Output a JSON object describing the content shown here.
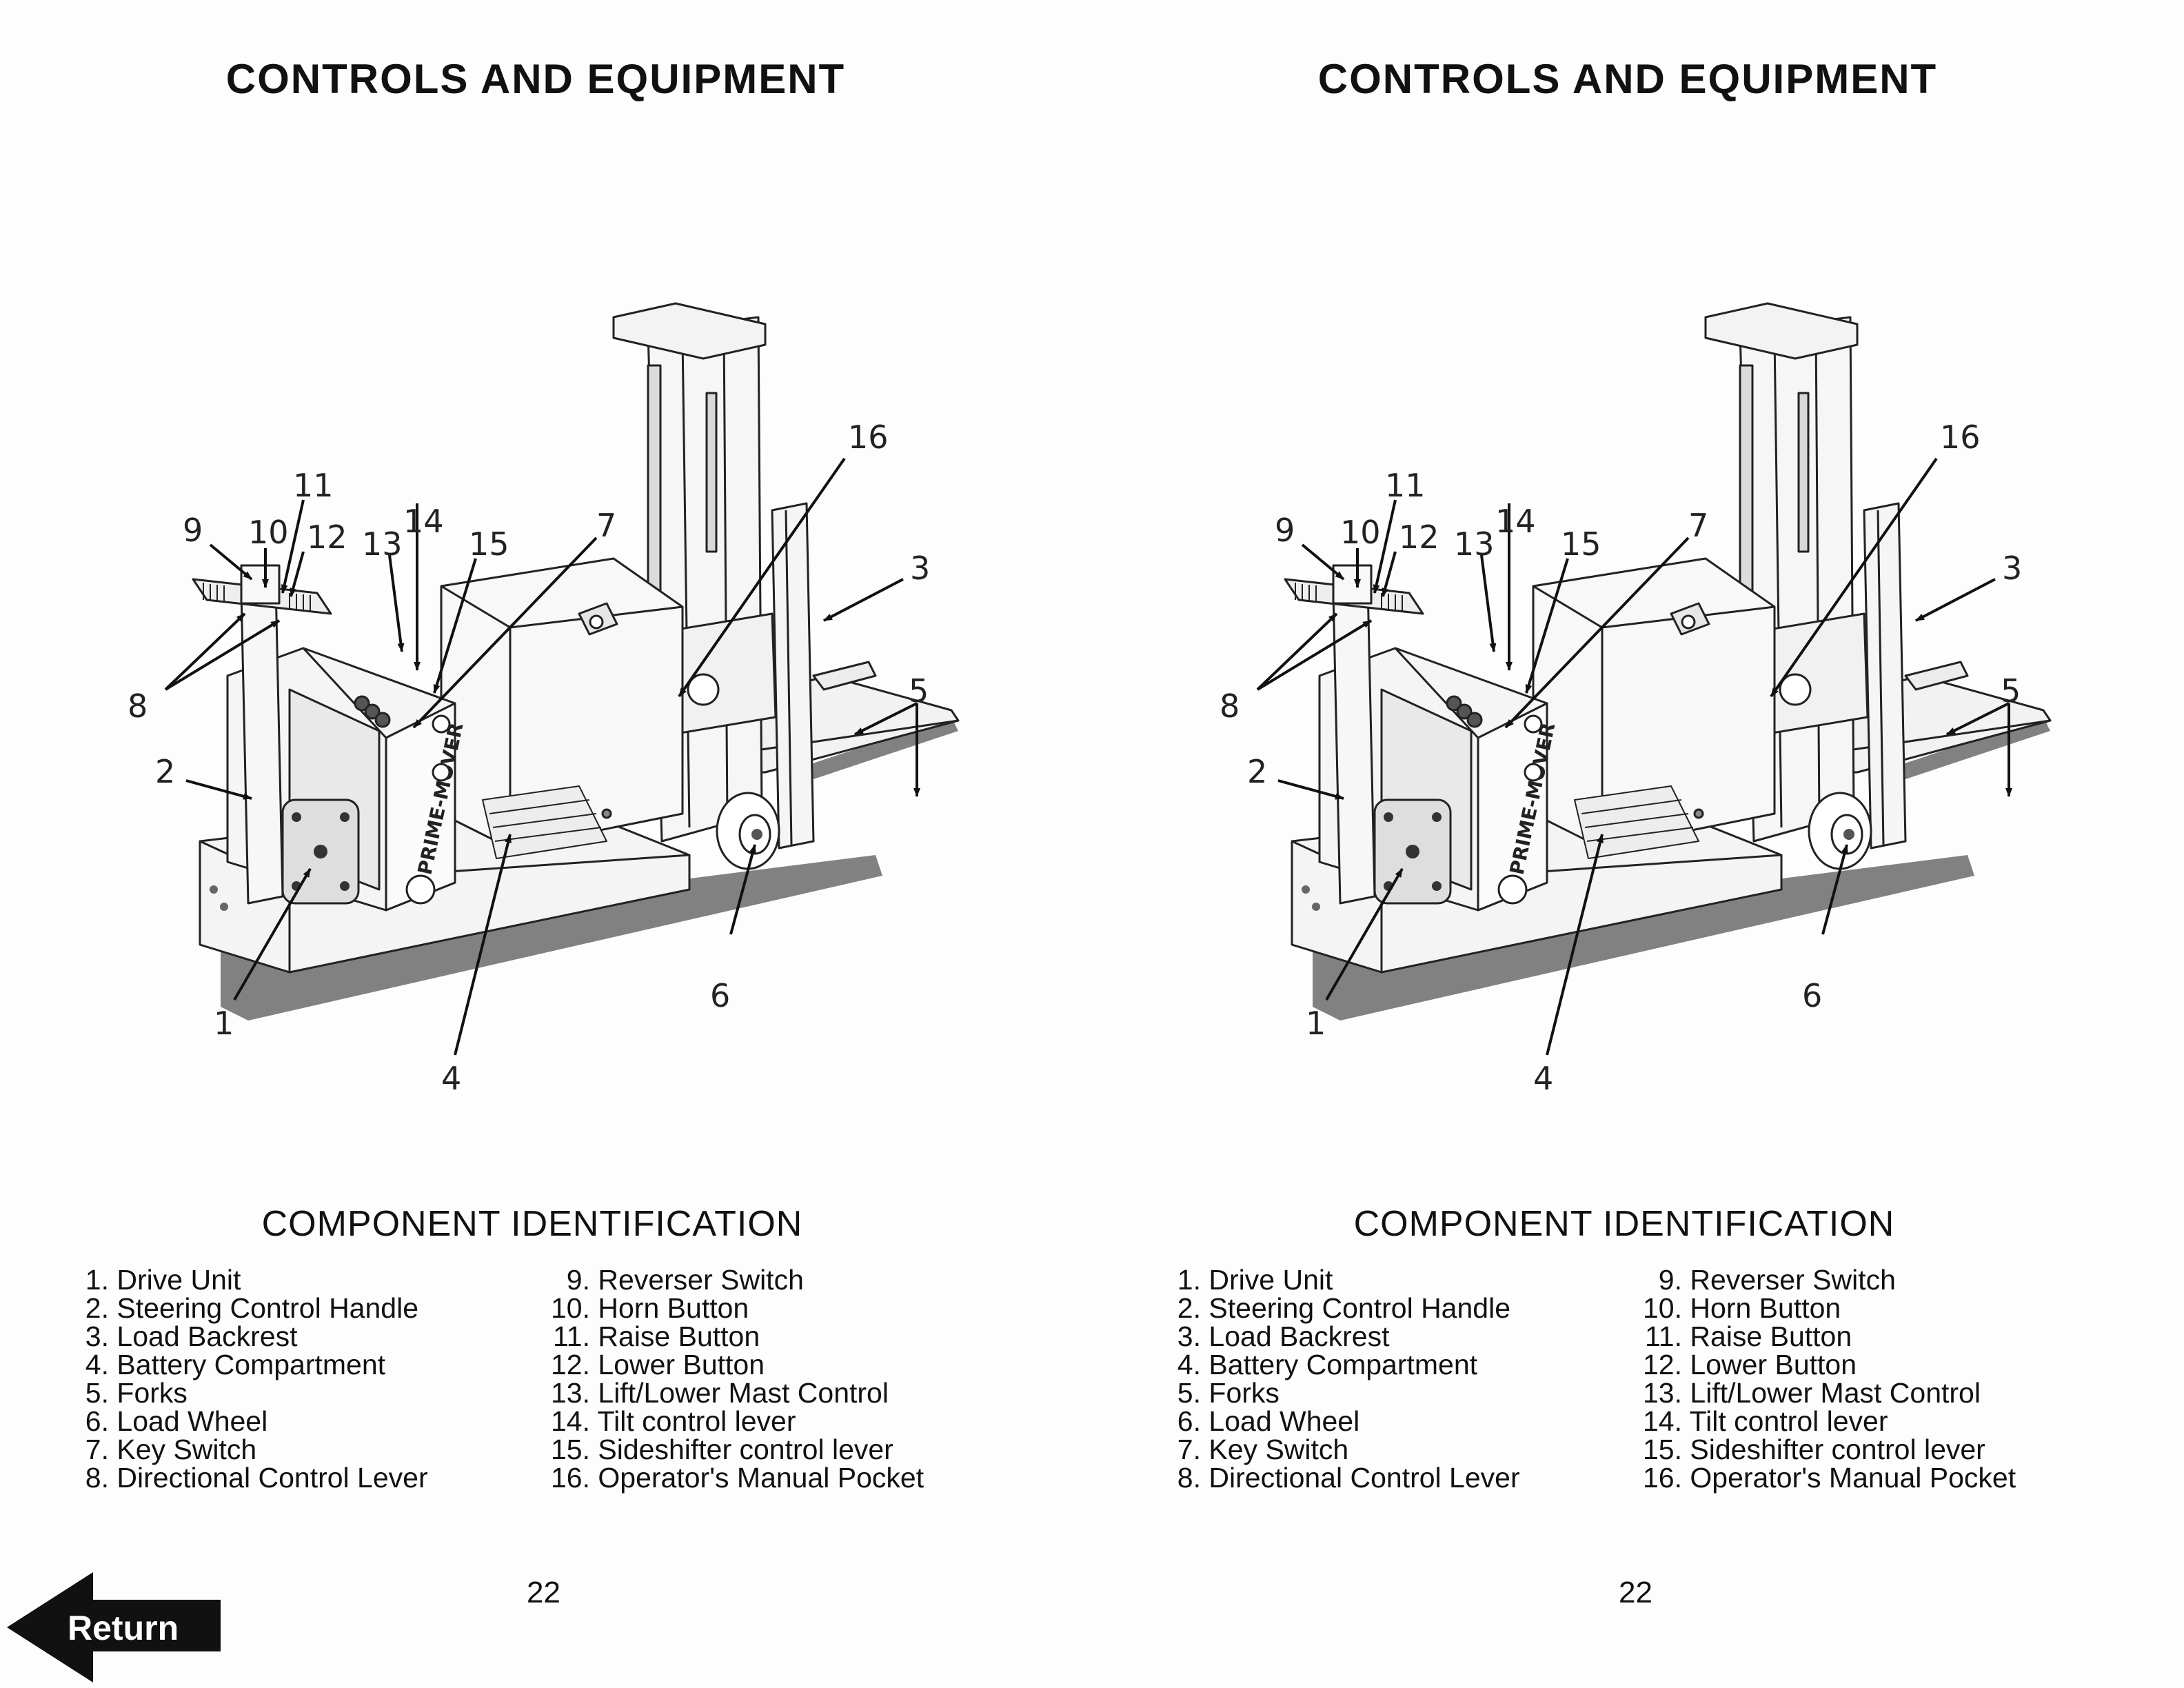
{
  "pages": [
    {
      "title": "CONTROLS AND EQUIPMENT",
      "subtitle": "COMPONENT IDENTIFICATION",
      "figure": {
        "brand_text": "PRIME-MOVER",
        "callouts": {
          "c1": "1",
          "c2": "2",
          "c3": "3",
          "c4": "4",
          "c5": "5",
          "c6": "6",
          "c7": "7",
          "c8": "8",
          "c9": "9",
          "c10": "10",
          "c11": "11",
          "c12": "12",
          "c13": "13",
          "c14": "14",
          "c15": "15",
          "c16": "16"
        }
      },
      "components_col1": [
        {
          "num": "1.",
          "label": "Drive Unit"
        },
        {
          "num": "2.",
          "label": "Steering Control Handle"
        },
        {
          "num": "3.",
          "label": "Load Backrest"
        },
        {
          "num": "4.",
          "label": "Battery Compartment"
        },
        {
          "num": "5.",
          "label": "Forks"
        },
        {
          "num": "6.",
          "label": "Load Wheel"
        },
        {
          "num": "7.",
          "label": "Key Switch"
        },
        {
          "num": "8.",
          "label": "Directional Control Lever"
        }
      ],
      "components_col2": [
        {
          "num": "9.",
          "label": "Reverser Switch"
        },
        {
          "num": "10.",
          "label": "Horn Button"
        },
        {
          "num": "11.",
          "label": "Raise Button"
        },
        {
          "num": "12.",
          "label": "Lower Button"
        },
        {
          "num": "13.",
          "label": "Lift/Lower Mast Control"
        },
        {
          "num": "14.",
          "label": "Tilt control lever"
        },
        {
          "num": "15.",
          "label": "Sideshifter control lever"
        },
        {
          "num": "16.",
          "label": "Operator's Manual Pocket"
        }
      ],
      "page_number": "22"
    },
    {
      "title": "CONTROLS AND EQUIPMENT",
      "subtitle": "COMPONENT IDENTIFICATION",
      "figure": {
        "brand_text": "PRIME-MOVER",
        "callouts": {
          "c1": "1",
          "c2": "2",
          "c3": "3",
          "c4": "4",
          "c5": "5",
          "c6": "6",
          "c7": "7",
          "c8": "8",
          "c9": "9",
          "c10": "10",
          "c11": "11",
          "c12": "12",
          "c13": "13",
          "c14": "14",
          "c15": "15",
          "c16": "16"
        }
      },
      "components_col1": [
        {
          "num": "1.",
          "label": "Drive Unit"
        },
        {
          "num": "2.",
          "label": "Steering Control Handle"
        },
        {
          "num": "3.",
          "label": "Load Backrest"
        },
        {
          "num": "4.",
          "label": "Battery Compartment"
        },
        {
          "num": "5.",
          "label": "Forks"
        },
        {
          "num": "6.",
          "label": "Load Wheel"
        },
        {
          "num": "7.",
          "label": "Key Switch"
        },
        {
          "num": "8.",
          "label": "Directional Control Lever"
        }
      ],
      "components_col2": [
        {
          "num": "9.",
          "label": "Reverser Switch"
        },
        {
          "num": "10.",
          "label": "Horn Button"
        },
        {
          "num": "11.",
          "label": "Raise Button"
        },
        {
          "num": "12.",
          "label": "Lower Button"
        },
        {
          "num": "13.",
          "label": "Lift/Lower Mast Control"
        },
        {
          "num": "14.",
          "label": "Tilt control lever"
        },
        {
          "num": "15.",
          "label": "Sideshifter control lever"
        },
        {
          "num": "16.",
          "label": "Operator's Manual Pocket"
        }
      ],
      "page_number": "22"
    }
  ],
  "navigation": {
    "return_label": "Return",
    "return_icon": "arrow-left-icon"
  }
}
